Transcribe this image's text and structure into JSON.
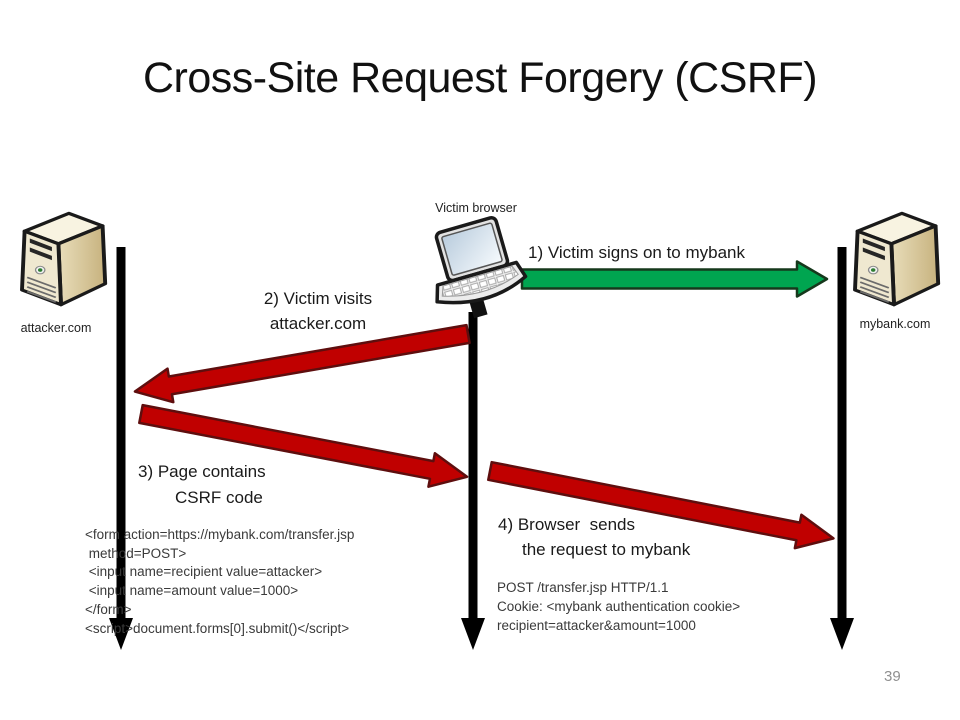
{
  "title": "Cross-Site Request Forgery (CSRF)",
  "page_number": "39",
  "entities": {
    "victim": {
      "label": "Victim browser",
      "icon": "laptop-icon"
    },
    "attacker": {
      "label": "attacker.com",
      "icon": "server-icon"
    },
    "mybank": {
      "label": "mybank.com",
      "icon": "server-icon"
    }
  },
  "steps": {
    "step1": {
      "label": "1) Victim signs on to mybank",
      "direction": "victim-to-mybank",
      "color": "green"
    },
    "step2": {
      "line1": "2) Victim visits",
      "line2": "attacker.com",
      "direction": "victim-to-attacker",
      "color": "red"
    },
    "step3": {
      "line1": "3) Page contains",
      "line2": "CSRF code",
      "direction": "attacker-to-victim",
      "color": "red"
    },
    "step4": {
      "line1": "4) Browser  sends",
      "line2": "the request to mybank",
      "direction": "victim-to-mybank",
      "color": "red"
    }
  },
  "code": {
    "csrf_form": {
      "lines": [
        "<form action=https://mybank.com/transfer.jsp",
        " method=POST>",
        " <input name=recipient value=attacker>",
        " <input name=amount value=1000>",
        "</form>",
        "<script>document.forms[0].submit()</script>"
      ]
    },
    "post_request": {
      "lines": [
        "POST /transfer.jsp HTTP/1.1",
        "Cookie: <mybank authentication cookie>",
        "recipient=attacker&amount=1000"
      ]
    }
  },
  "colors": {
    "arrow_green": "#00A550",
    "arrow_green_border": "#16381C",
    "arrow_red": "#C00000",
    "arrow_red_border": "#5E0E0E",
    "timeline_black": "#000000"
  }
}
